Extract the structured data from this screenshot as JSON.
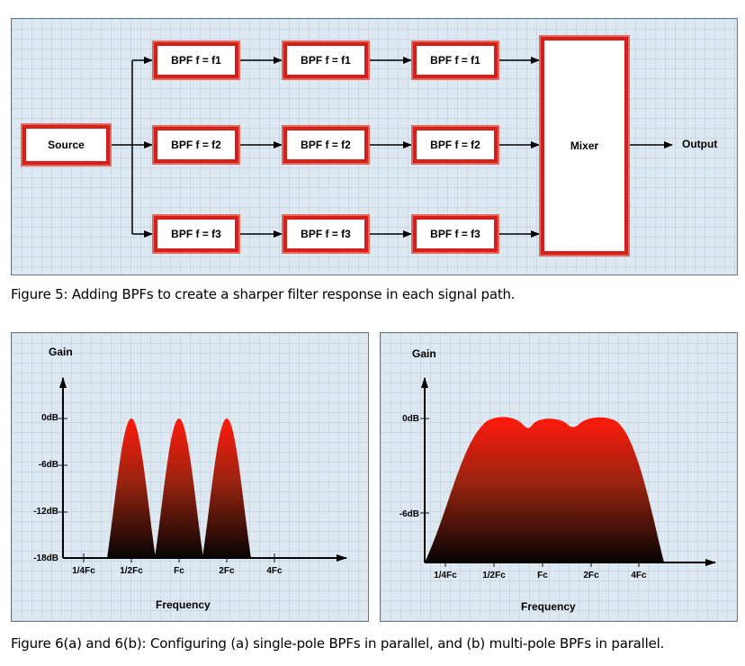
{
  "figure5": {
    "source_label": "Source",
    "bpf_labels": [
      [
        "BPF f = f1",
        "BPF f = f1",
        "BPF f = f1"
      ],
      [
        "BPF f = f2",
        "BPF f = f2",
        "BPF f = f2"
      ],
      [
        "BPF f = f3",
        "BPF f = f3",
        "BPF f = f3"
      ]
    ],
    "mixer_label": "Mixer",
    "output_label": "Output",
    "caption": "Figure 5: Adding BPFs to create a sharper filter response in each signal path.",
    "colors": {
      "box_border": "#d42018",
      "panel_bg": "#dde8f1"
    }
  },
  "figure6": {
    "caption": "Figure 6(a) and 6(b): Configuring (a) single-pole BPFs in parallel, and (b) multi-pole BPFs in parallel."
  },
  "chart_data": [
    {
      "type": "area",
      "ylabel": "Gain",
      "xlabel": "Frequency",
      "y_ticks": [
        "0dB",
        "-6dB",
        "-12dB",
        "-18dB"
      ],
      "x_ticks": [
        "1/4Fc",
        "1/2Fc",
        "Fc",
        "2Fc",
        "4Fc"
      ],
      "ylim": [
        -18,
        0
      ],
      "series": [
        {
          "x": [
            0.4,
            0.5,
            0.6
          ],
          "values": [
            -18,
            0,
            -18
          ]
        },
        {
          "x": [
            0.9,
            1.0,
            1.1
          ],
          "values": [
            -18,
            0,
            -18
          ]
        },
        {
          "x": [
            1.9,
            2.0,
            2.1
          ],
          "values": [
            -18,
            0,
            -18
          ]
        }
      ]
    },
    {
      "type": "area",
      "ylabel": "Gain",
      "xlabel": "Frequency",
      "y_ticks": [
        "0dB",
        "-6dB"
      ],
      "x_ticks": [
        "1/4Fc",
        "1/2Fc",
        "Fc",
        "2Fc",
        "4Fc"
      ],
      "ylim": [
        -9,
        0
      ],
      "series": [
        {
          "x": [
            0.2,
            0.5,
            1.0,
            2.0,
            5.0
          ],
          "values": [
            -9,
            0,
            0,
            0,
            -9
          ]
        }
      ]
    }
  ]
}
